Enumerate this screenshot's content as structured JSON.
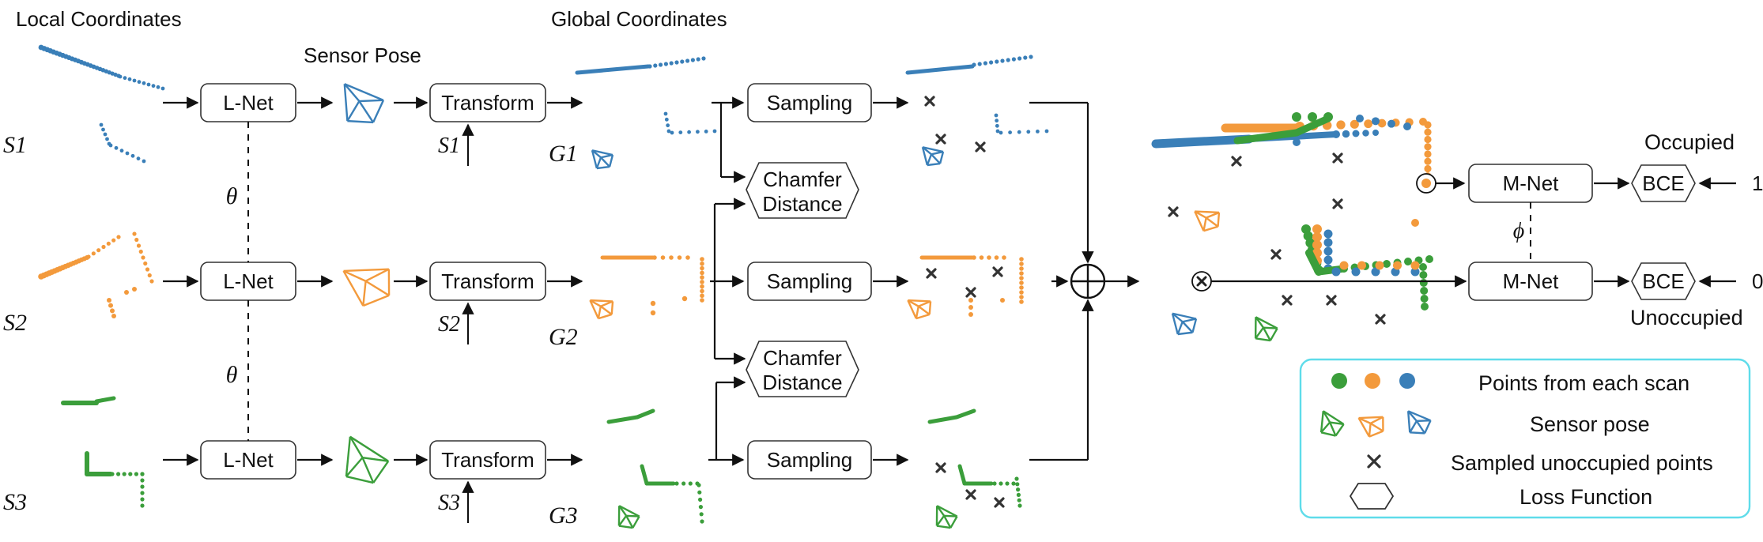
{
  "headings": {
    "local": "Local Coordinates",
    "pose": "Sensor Pose",
    "global": "Global Coordinates"
  },
  "scans": [
    "S1",
    "S2",
    "S3"
  ],
  "globals": [
    "G1",
    "G2",
    "G3"
  ],
  "blocks": {
    "lnet": "L-Net",
    "transform": "Transform",
    "sampling": "Sampling",
    "chamfer_line1": "Chamfer",
    "chamfer_line2": "Distance",
    "mnet": "M-Net",
    "bce": "BCE"
  },
  "params": {
    "theta": "θ",
    "phi": "ϕ"
  },
  "targets": {
    "occupied_label": "Occupied",
    "unoccupied_label": "Unoccupied",
    "occupied_value": "1",
    "unoccupied_value": "0"
  },
  "legend": {
    "points": "Points from each scan",
    "pose": "Sensor pose",
    "sampled": "Sampled unoccupied points",
    "loss": "Loss Function"
  },
  "colors": {
    "scan1": "#3a7fb8",
    "scan2": "#f39a3c",
    "scan3": "#3b9e3b",
    "legend_border": "#5fdcea"
  },
  "icons": {
    "sum": "circled-plus-icon",
    "sampled": "cross-mark-icon",
    "pose": "wireframe-pose-icon",
    "loss": "hexagon-icon"
  }
}
